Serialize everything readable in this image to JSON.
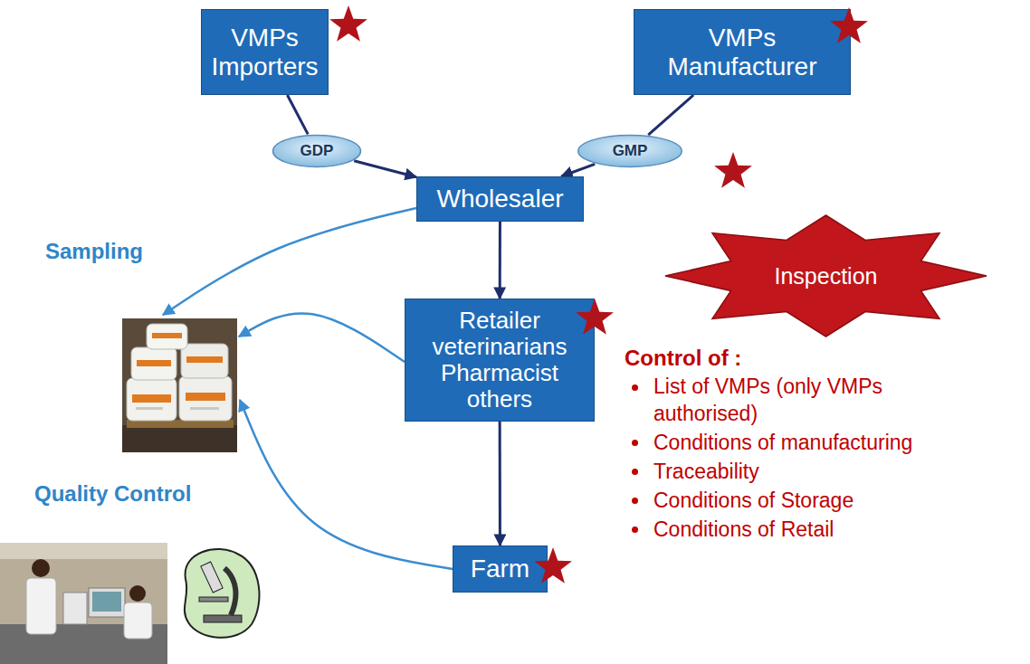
{
  "diagram": {
    "nodes": [
      {
        "text": [
          "VMPs Importers"
        ]
      },
      {
        "text": [
          "VMPs Manufacturer"
        ]
      },
      {
        "text": [
          "GDP"
        ]
      },
      {
        "text": [
          "GMP"
        ]
      },
      {
        "text": [
          "Wholesaler"
        ]
      },
      {
        "text": [
          "Retailer",
          "veterinarians Pharmacist others"
        ]
      },
      {
        "text": [
          "Farm"
        ]
      },
      {
        "text": [
          "Inspection"
        ]
      }
    ],
    "edges": [
      {
        "from": 0,
        "to": 2,
        "arrow": "none"
      },
      {
        "from": 2,
        "to": 4,
        "arrow": "to"
      },
      {
        "from": 1,
        "to": 3,
        "arrow": "none"
      },
      {
        "from": 3,
        "to": 4,
        "arrow": "to"
      },
      {
        "from": 4,
        "to": 5,
        "arrow": "to"
      },
      {
        "from": 5,
        "to": 6,
        "arrow": "to"
      }
    ],
    "labels": [
      "Sampling",
      "Quality Control",
      "Control of :",
      "List of VMPs (only VMPs authorised)",
      "Conditions of manufacturing",
      "Traceability",
      "Conditions of Storage",
      "Conditions of Retail"
    ]
  }
}
